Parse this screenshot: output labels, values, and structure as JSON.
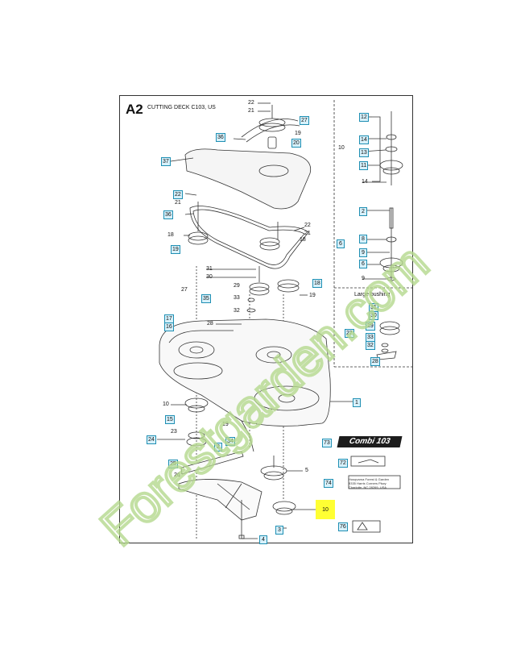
{
  "sheet": {
    "id": "A2",
    "title": "CUTTING DECK C103, US"
  },
  "inset_title": "Large bushing",
  "brand_badge": "Combi 103",
  "address": [
    "Husqvarna Forest & Garden",
    "9335 Harris Corners Pkwy",
    "Charlotte, NC 28269, USA"
  ],
  "watermark": {
    "text": "Forestgarden.com",
    "color": "#b5d98e"
  },
  "colors": {
    "callout_fill": "#d7f1fb",
    "callout_border": "#1f8fb3",
    "highlight": "#ffff33",
    "line": "#333333"
  },
  "callouts": [
    {
      "label": "22",
      "boxed": false
    },
    {
      "label": "21",
      "boxed": false
    },
    {
      "label": "27",
      "boxed": true
    },
    {
      "label": "36",
      "boxed": true
    },
    {
      "label": "19",
      "boxed": false
    },
    {
      "label": "20",
      "boxed": true
    },
    {
      "label": "37",
      "boxed": true
    },
    {
      "label": "22",
      "boxed": true
    },
    {
      "label": "21",
      "boxed": false
    },
    {
      "label": "36",
      "boxed": true
    },
    {
      "label": "22",
      "boxed": false
    },
    {
      "label": "21",
      "boxed": false
    },
    {
      "label": "18",
      "boxed": false
    },
    {
      "label": "18",
      "boxed": false
    },
    {
      "label": "19",
      "boxed": true
    },
    {
      "label": "31",
      "boxed": false
    },
    {
      "label": "30",
      "boxed": false
    },
    {
      "label": "27",
      "boxed": false
    },
    {
      "label": "29",
      "boxed": false
    },
    {
      "label": "18",
      "boxed": true
    },
    {
      "label": "35",
      "boxed": true
    },
    {
      "label": "33",
      "boxed": false
    },
    {
      "label": "19",
      "boxed": false
    },
    {
      "label": "32",
      "boxed": false
    },
    {
      "label": "17",
      "boxed": true
    },
    {
      "label": "16",
      "boxed": true
    },
    {
      "label": "28",
      "boxed": false
    },
    {
      "label": "12",
      "boxed": true
    },
    {
      "label": "10",
      "boxed": false
    },
    {
      "label": "14",
      "boxed": true
    },
    {
      "label": "13",
      "boxed": true
    },
    {
      "label": "11",
      "boxed": true
    },
    {
      "label": "14",
      "boxed": false
    },
    {
      "label": "2",
      "boxed": true
    },
    {
      "label": "6",
      "boxed": true
    },
    {
      "label": "8",
      "boxed": true
    },
    {
      "label": "9",
      "boxed": true
    },
    {
      "label": "6",
      "boxed": true
    },
    {
      "label": "9",
      "boxed": false
    },
    {
      "label": "31",
      "boxed": true
    },
    {
      "label": "30",
      "boxed": true
    },
    {
      "label": "27",
      "boxed": true
    },
    {
      "label": "29",
      "boxed": true
    },
    {
      "label": "33",
      "boxed": true
    },
    {
      "label": "32",
      "boxed": true
    },
    {
      "label": "28",
      "boxed": true
    },
    {
      "label": "1",
      "boxed": true
    },
    {
      "label": "10",
      "boxed": false
    },
    {
      "label": "15",
      "boxed": true
    },
    {
      "label": "19",
      "boxed": false
    },
    {
      "label": "24",
      "boxed": true
    },
    {
      "label": "23",
      "boxed": false
    },
    {
      "label": "34",
      "boxed": true
    },
    {
      "label": "2",
      "boxed": true
    },
    {
      "label": "73",
      "boxed": true
    },
    {
      "label": "25",
      "boxed": true
    },
    {
      "label": "72",
      "boxed": true
    },
    {
      "label": "5",
      "boxed": false
    },
    {
      "label": "26",
      "boxed": false
    },
    {
      "label": "74",
      "boxed": true
    },
    {
      "label": "10",
      "boxed": false
    },
    {
      "label": "3",
      "boxed": true
    },
    {
      "label": "76",
      "boxed": true
    },
    {
      "label": "4",
      "boxed": true
    }
  ]
}
